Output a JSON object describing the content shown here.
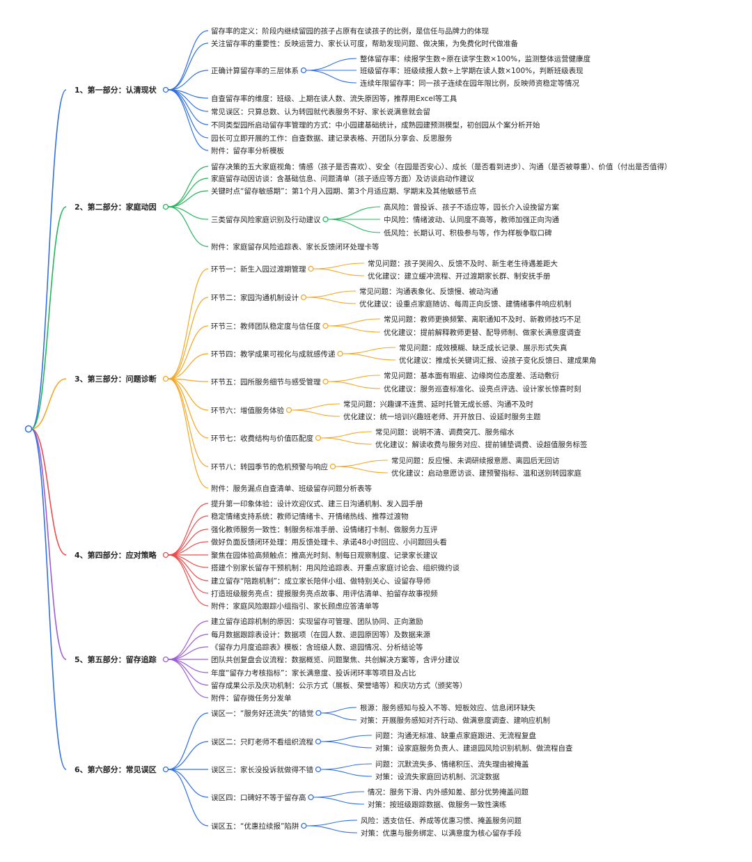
{
  "mindmap": {
    "sections": [
      {
        "label": "1、第一部分：认清现状",
        "color": "#2f6fe0",
        "items": [
          {
            "text": "留存率的定义：阶段内继续留园的孩子占原有在读孩子的比例，是信任与品牌力的体现"
          },
          {
            "text": "关注留存率的重要性：反映运营力、家长认可度，帮助发现问题、做决策，为免费化时代做准备"
          },
          {
            "text": "正确计算留存率的三层体系",
            "children": [
              "整体留存率：续报学生数÷原在读学生数×100%，监测整体运营健康度",
              "班级留存率：班级续报人数÷上学期在读人数×100%，判断班级表现",
              "连续年限留存率：同一孩子连续在园年限比例，反映师资稳定等情况"
            ]
          },
          {
            "text": "自查留存率的维度：班级、上期在读人数、流失原因等，推荐用Excel等工具"
          },
          {
            "text": "常见误区：只算总数、认为转园就代表服务不好、家长说满意就会留"
          },
          {
            "text": "不同类型园所启动留存率管理的方式：中小园建基础统计，成熟园建预测模型，初创园从个案分析开始"
          },
          {
            "text": "园长可立即开展的工作：自查数据、建记录表格、开团队分享会、反思服务"
          },
          {
            "text": "附件：留存率分析模板"
          }
        ]
      },
      {
        "label": "2、第二部分：家庭动因",
        "color": "#22b45a",
        "items": [
          {
            "text": "留存决策的五大家庭视角：情感（孩子是否喜欢）、安全（在园是否安心）、成长（是否看到进步）、沟通（是否被尊重）、价值（付出是否值得）"
          },
          {
            "text": "家庭留存动因访谈：含基础信息、问题清单（孩子适应等方面）及访谈启动作建议"
          },
          {
            "text": "关键时点“留存敏感期”：第1个月入园期、第3个月适应期、学期末及其他敏感节点"
          },
          {
            "text": "三类留存风险家庭识别及行动建议",
            "children": [
              "高风险：曾投诉、孩子不适应等，园长介入设挽留方案",
              "中风险：情绪波动、认同度不高等，教师加强正向沟通",
              "低风险：长期认可、积极参与等，作为样板争取口碑"
            ]
          },
          {
            "text": "附件：家庭留存风险追踪表、家长反馈闭环处理卡等"
          }
        ]
      },
      {
        "label": "3、第三部分：问题诊断",
        "color": "#f5a623",
        "items": [
          {
            "text": "环节一：新生入园过渡期管理",
            "children": [
              "常见问题：孩子哭闹久、反馈不及时、新生老生待遇差距大",
              "优化建议：建立缓冲流程、开过渡期家长群、制安抚手册"
            ]
          },
          {
            "text": "环节二：家园沟通机制设计",
            "children": [
              "常见问题：沟通表象化、反馈慢、被动沟通",
              "优化建议：设重点家庭随访、每周正向反馈、建情绪事件响应机制"
            ]
          },
          {
            "text": "环节三：教师团队稳定度与信任度",
            "children": [
              "常见问题：教师更换频繁、离职通知不及时、新教师技巧不足",
              "优化建议：提前解释教师更替、配导师制、做家长满意度调查"
            ]
          },
          {
            "text": "环节四：教学成果可视化与成就感传递",
            "children": [
              "常见问题：成效模糊、缺乏成长记录、展示形式失真",
              "优化建议：推成长关键词汇报、设孩子变化反馈日、建成果角"
            ]
          },
          {
            "text": "环节五：园所服务细节与感受管理",
            "children": [
              "常见问题：基本面有瑕疵、边缘岗位态度差、活动敷衍",
              "优化建议：服务巡查标准化、设亮点评选、设计家长惊喜时刻"
            ]
          },
          {
            "text": "环节六：增值服务体验",
            "children": [
              "常见问题：兴趣课不连贯、延时托管无成长感、沟通不及时",
              "优化建议：统一培训兴趣班老师、开开放日、设延时服务主题"
            ]
          },
          {
            "text": "环节七：收费结构与价值匹配度",
            "children": [
              "常见问题：说明不清、调费突兀、服务缩水",
              "优化建议：解读收费与服务对应、提前铺垫调费、设超值服务标签"
            ]
          },
          {
            "text": "环节八：转园季节的危机预警与响应",
            "children": [
              "常见问题：反应慢、未调研续报意愿、离园后无回访",
              "优化建议：启动意愿访谈、建预警指标、温和送别转园家庭"
            ]
          },
          {
            "text": "附件：服务漏点自查清单、班级留存问题分析表等"
          }
        ]
      },
      {
        "label": "4、第四部分：应对策略",
        "color": "#eb4b4b",
        "items": [
          {
            "text": "提升第一印象体验：设计欢迎仪式、建三日沟通机制、发入园手册"
          },
          {
            "text": "稳定情绪支持系统：教师记情绪卡、开情绪热线、推荐过渡物"
          },
          {
            "text": "强化教师服务一致性：制服务标准手册、设情绪打卡制、做服务力互评"
          },
          {
            "text": "做好负面反馈闭环处理：用反馈处理卡、承诺48小时回应、小问题回头看"
          },
          {
            "text": "聚焦在园体验高频触点：推高光时刻、制每日观察制度、记录家长建议"
          },
          {
            "text": "搭建个别家长留存干预机制：用风险追踪表、开重点家庭讨论会、组织微约谈"
          },
          {
            "text": "建立留存“陪跑机制”：成立家长陪伴小组、做特别关心、设留存导师"
          },
          {
            "text": "打造班级服务亮点：提报服务亮点故事、用评估清单、拍留存故事视频"
          },
          {
            "text": "附件：家庭风险跟踪小组指引、家长顾虑应答清单等"
          }
        ]
      },
      {
        "label": "5、第五部分：留存追踪",
        "color": "#9a5bd6",
        "items": [
          {
            "text": "建立留存追踪机制的原因：实现留存可管理、团队协同、正向激励"
          },
          {
            "text": "每月数据跟踪表设计：数据项（在园人数、退园原因等）及数据来源"
          },
          {
            "text": "《留存力月度追踪表》模板：含班级人数、退园情况、分析结论等"
          },
          {
            "text": "团队共创复盘会议流程：数据概览、问题聚焦、共创解决方案等，含评分建议"
          },
          {
            "text": "年度“留存力考核指标”：家长满意度、投诉闭环率等项目及占比"
          },
          {
            "text": "留存成果公示及庆功机制：公示方式（展板、荣誉墙等）和庆功方式（颁奖等）"
          },
          {
            "text": "附件：留存微任务分发单"
          }
        ]
      },
      {
        "label": "6、第六部分：常见误区",
        "color": "#2f6fe0",
        "items": [
          {
            "text": "误区一：“服务好还流失”的错觉",
            "children": [
              "根源：服务感知与投入不等、短板效应、信息闭环缺失",
              "对策：开展服务感知对齐行动、做满意度调查、建响应机制"
            ]
          },
          {
            "text": "误区二：只盯老师不看组织流程",
            "children": [
              "问题：沟通无标准、缺重点家庭跟进、无流程复盘",
              "对策：设家庭服务负责人、建退园风险识别机制、做流程自查"
            ]
          },
          {
            "text": "误区三：家长没投诉就做得不错",
            "children": [
              "问题：沉默流失多、情绪积压、流失理由被掩盖",
              "对策：设流失家庭回访机制、沉淀数据"
            ]
          },
          {
            "text": "误区四：口碑好不等于留存高",
            "children": [
              "情况：服务下滑、内外感知差、部分优势掩盖问题",
              "对策：按班级跟踪数据、做服务一致性演练"
            ]
          },
          {
            "text": "误区五：“优惠拉续报”陷阱",
            "children": [
              "风险：透支信任、养成等优惠习惯、掩盖服务问题",
              "对策：优惠与服务绑定、以满意度为核心留存手段"
            ]
          }
        ]
      }
    ]
  }
}
